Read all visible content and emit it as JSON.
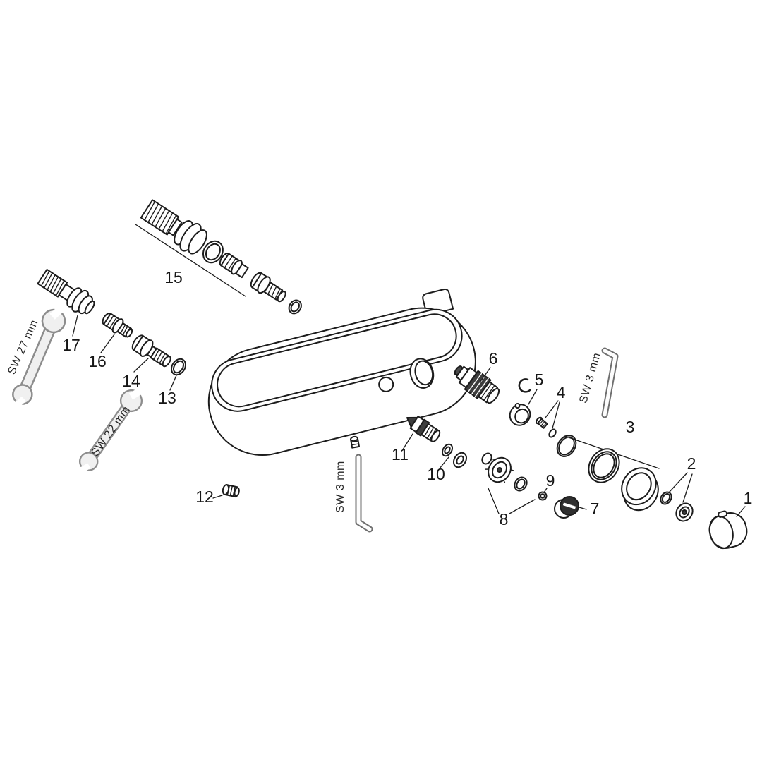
{
  "diagram": {
    "type": "exploded-parts-diagram",
    "background": "#ffffff",
    "part_labels": {
      "p1": "1",
      "p2": "2",
      "p3": "3",
      "p4": "4",
      "p5": "5",
      "p6": "6",
      "p7": "7",
      "p8": "8",
      "p9": "9",
      "p10": "10",
      "p11": "11",
      "p12": "12",
      "p13": "13",
      "p14": "14",
      "p15": "15",
      "p16": "16",
      "p17": "17"
    },
    "tool_labels": {
      "sw27": "SW 27 mm",
      "sw22": "SW 22 mm",
      "sw3_center": "SW 3 mm",
      "sw3_right": "SW 3 mm"
    },
    "colors": {
      "line": "#1c1c1c",
      "tool_gray": "#8d8d8d",
      "tool_fill": "#f0f0f0",
      "dark_part": "#3d3d3d"
    }
  }
}
